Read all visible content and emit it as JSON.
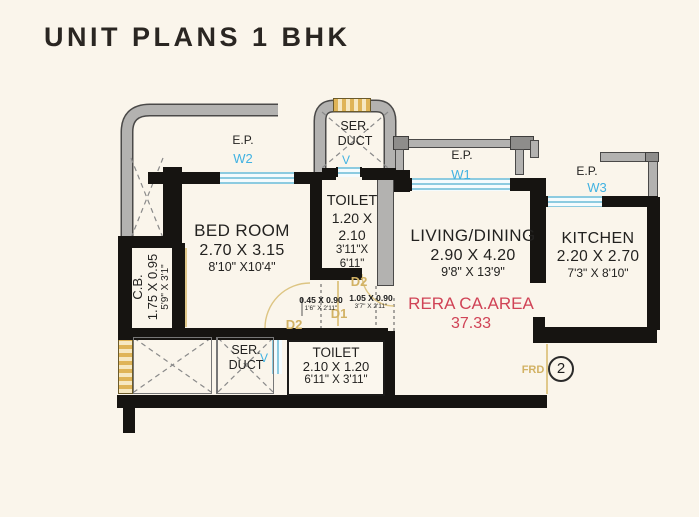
{
  "title": "UNIT PLANS 1 BHK",
  "rooms": {
    "bedroom": {
      "name": "BED ROOM",
      "metric": "2.70 X 3.15",
      "imperial": "8'10\" X10'4\""
    },
    "toilet_top": {
      "name": "TOILET",
      "metric1": "1.20 X",
      "metric2": "2.10",
      "imperial1": "3'11\"X",
      "imperial2": "6'11\""
    },
    "living": {
      "name": "LIVING/DINING",
      "metric": "2.90 X 4.20",
      "imperial": "9'8\" X 13'9\""
    },
    "kitchen": {
      "name": "KITCHEN",
      "metric": "2.20 X 2.70",
      "imperial": "7'3\" X 8'10\""
    },
    "toilet_bottom": {
      "name": "TOILET",
      "metric": "2.10 X 1.20",
      "imperial": "6'11\" X 3'11\""
    },
    "cupboard": {
      "name": "C.B.",
      "metric": "1.75 X 0.95",
      "imperial": "5'9\" X 3'1\""
    }
  },
  "service_ducts": {
    "top": {
      "line1": "SER.",
      "line2": "DUCT"
    },
    "bottom": {
      "line1": "SER.",
      "line2": "DUCT"
    }
  },
  "balconies": {
    "ep1": "E.P.",
    "ep2": "E.P.",
    "ep3": "E.P."
  },
  "windows": {
    "w1": "W1",
    "w2": "W2",
    "w3": "W3",
    "ventilator_top": "V",
    "ventilator_bottom": "V"
  },
  "doors": {
    "d1": "D1",
    "d2_toilet": "D2",
    "d2_bedroom": "D2",
    "main_door": "FRD"
  },
  "passages": {
    "small": {
      "metric": "0.45 X 0.90",
      "imperial": "1'6\" X 2'11\""
    },
    "large": {
      "metric": "1.05 X 0.90",
      "imperial": "3'7\" X 2'11\""
    }
  },
  "rera": {
    "label": "RERA CA.AREA",
    "value": "37.33"
  },
  "unit_marker": "2",
  "colors": {
    "background": "#faf5eb",
    "wall_black": "#161411",
    "wall_grey": "#b3b2b0",
    "accent_cyan": "#41b2e2",
    "accent_tan": "#d2b264",
    "accent_red": "#d04356"
  }
}
